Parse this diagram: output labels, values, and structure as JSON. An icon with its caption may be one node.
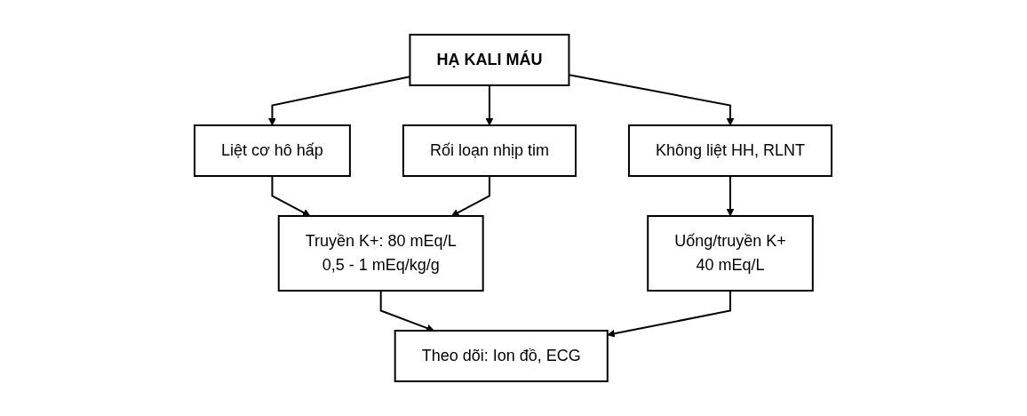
{
  "diagram": {
    "nodes": [
      {
        "text": [
          "HẠ KALI MÁU"
        ]
      },
      {
        "text": [
          "Liệt cơ hô hấp"
        ]
      },
      {
        "text": [
          "Rối loạn nhịp tim"
        ]
      },
      {
        "text": [
          "Không liệt HH, RLNT"
        ]
      },
      {
        "text": [
          "Truyền K+: 80 mEq/L",
          "0,5 - 1 mEq/kg/g"
        ]
      },
      {
        "text": [
          "Uống/truyền K+",
          "40 mEq/L"
        ]
      },
      {
        "text": [
          "Theo dõi: Ion đồ, ECG"
        ]
      }
    ],
    "edges": [
      {
        "from": 0,
        "to": 1,
        "arrow": "to"
      },
      {
        "from": 0,
        "to": 2,
        "arrow": "to"
      },
      {
        "from": 0,
        "to": 3,
        "arrow": "to"
      },
      {
        "from": 1,
        "to": 4,
        "arrow": "to"
      },
      {
        "from": 2,
        "to": 4,
        "arrow": "to"
      },
      {
        "from": 3,
        "to": 5,
        "arrow": "to"
      },
      {
        "from": 4,
        "to": 6,
        "arrow": "to"
      },
      {
        "from": 5,
        "to": 6,
        "arrow": "to"
      }
    ]
  }
}
